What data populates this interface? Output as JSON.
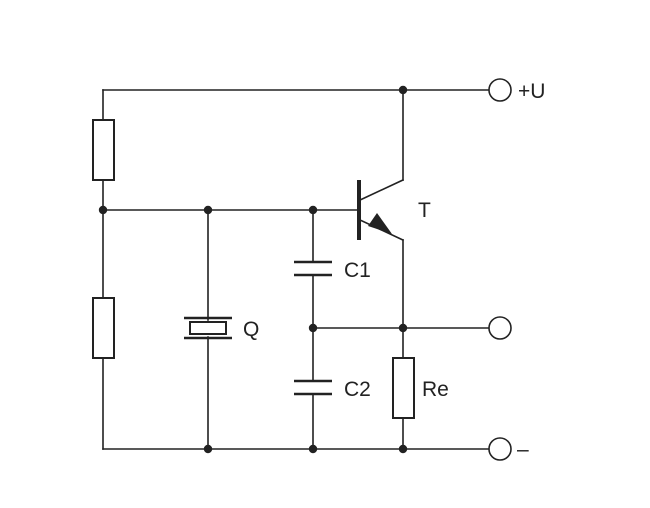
{
  "labels": {
    "supply": "+U",
    "ground": "–",
    "transistor": "T",
    "c1": "C1",
    "c2": "C2",
    "crystal": "Q",
    "emitter_resistor": "Re"
  }
}
